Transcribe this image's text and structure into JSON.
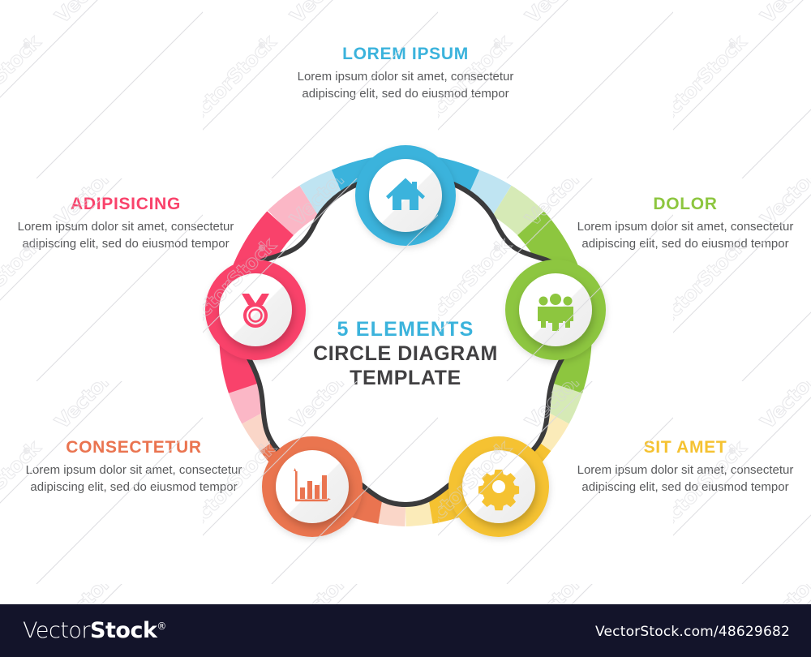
{
  "center": {
    "line1": "5 ELEMENTS",
    "line2": "CIRCLE DIAGRAM",
    "line3": "TEMPLATE",
    "line1_color": "#3BB3DC",
    "line_color": "#414042"
  },
  "elements": [
    {
      "id": "top",
      "title": "LOREM IPSUM",
      "description": "Lorem ipsum dolor sit amet, consectetur adipiscing elit, sed do eiusmod tempor",
      "color": "#3BB3DC",
      "icon": "home-icon",
      "align": "center"
    },
    {
      "id": "right",
      "title": "DOLOR",
      "description": "Lorem ipsum dolor sit amet, consectetur adipiscing elit, sed do eiusmod tempor",
      "color": "#8DC63F",
      "icon": "people-icon",
      "align": "center"
    },
    {
      "id": "bottom-right",
      "title": "SIT AMET",
      "description": "Lorem ipsum dolor sit amet, consectetur adipiscing elit, sed do eiusmod tempor",
      "color": "#F5C231",
      "icon": "gear-icon",
      "align": "center"
    },
    {
      "id": "bottom-left",
      "title": "CONSECTETUR",
      "description": "Lorem ipsum dolor sit amet, consectetur adipiscing elit, sed do eiusmod tempor",
      "color": "#EA7450",
      "icon": "bar-chart-icon",
      "align": "center"
    },
    {
      "id": "left",
      "title": "ADIPISICING",
      "description": "Lorem ipsum dolor sit amet, consectetur adipiscing elit, sed do eiusmod tempor",
      "color": "#F9426B",
      "icon": "medal-icon",
      "align": "center"
    }
  ],
  "footer": {
    "logo_part1": "Vector",
    "logo_part2": "Stock",
    "logo_registered": "®",
    "url": "VectorStock.com/48629682",
    "background": "#13142a"
  },
  "watermark": {
    "text": "VectorStock",
    "registered": "®"
  }
}
